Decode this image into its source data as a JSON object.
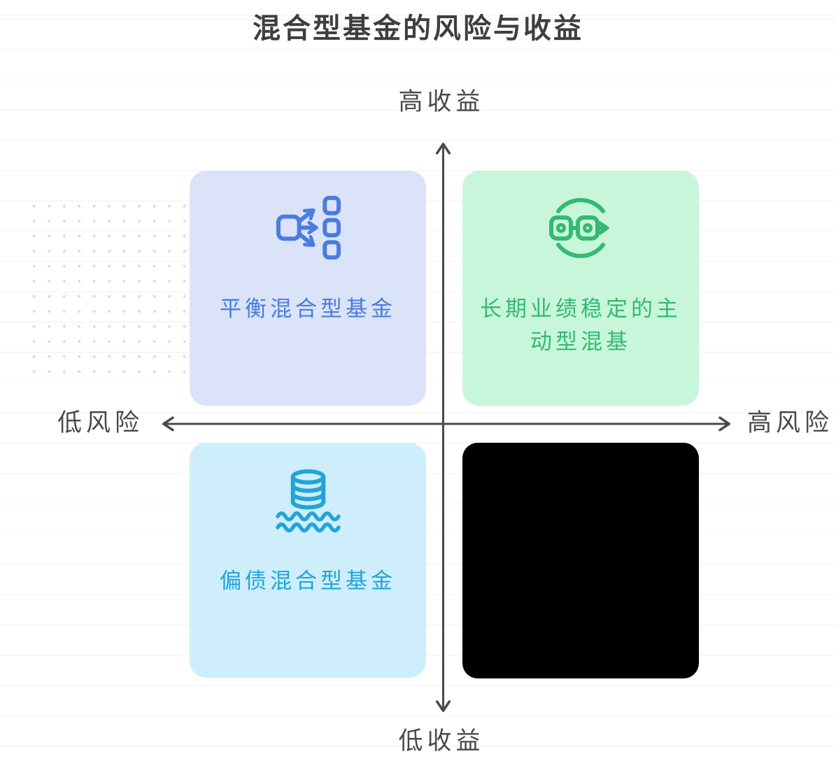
{
  "title": "混合型基金的风险与收益",
  "axis": {
    "top_label": "高收益",
    "bottom_label": "低收益",
    "left_label": "低风险",
    "right_label": "高风险",
    "line_color": "#4a4a4a"
  },
  "quadrants": {
    "top_left": {
      "label": "平衡混合型基金",
      "icon": "distribution-icon",
      "bg": "#dae3f8",
      "accent": "#4a7ce0"
    },
    "top_right": {
      "label": "长期业绩稳定的主动型混基",
      "icon": "workflow-cycle-icon",
      "bg": "#c7f6db",
      "accent": "#34b972"
    },
    "bottom_left": {
      "label": "偏债混合型基金",
      "icon": "floating-database-icon",
      "bg": "#cdeefa",
      "accent": "#22a4d9"
    },
    "bottom_right": {
      "label": "",
      "icon": "none",
      "bg": "#000000",
      "accent": ""
    }
  },
  "style": {
    "background": "#ffffff",
    "gridline_color": "#f1f1f2",
    "dot_color": "#d4d4dc",
    "title_color": "#3e3e3e"
  }
}
